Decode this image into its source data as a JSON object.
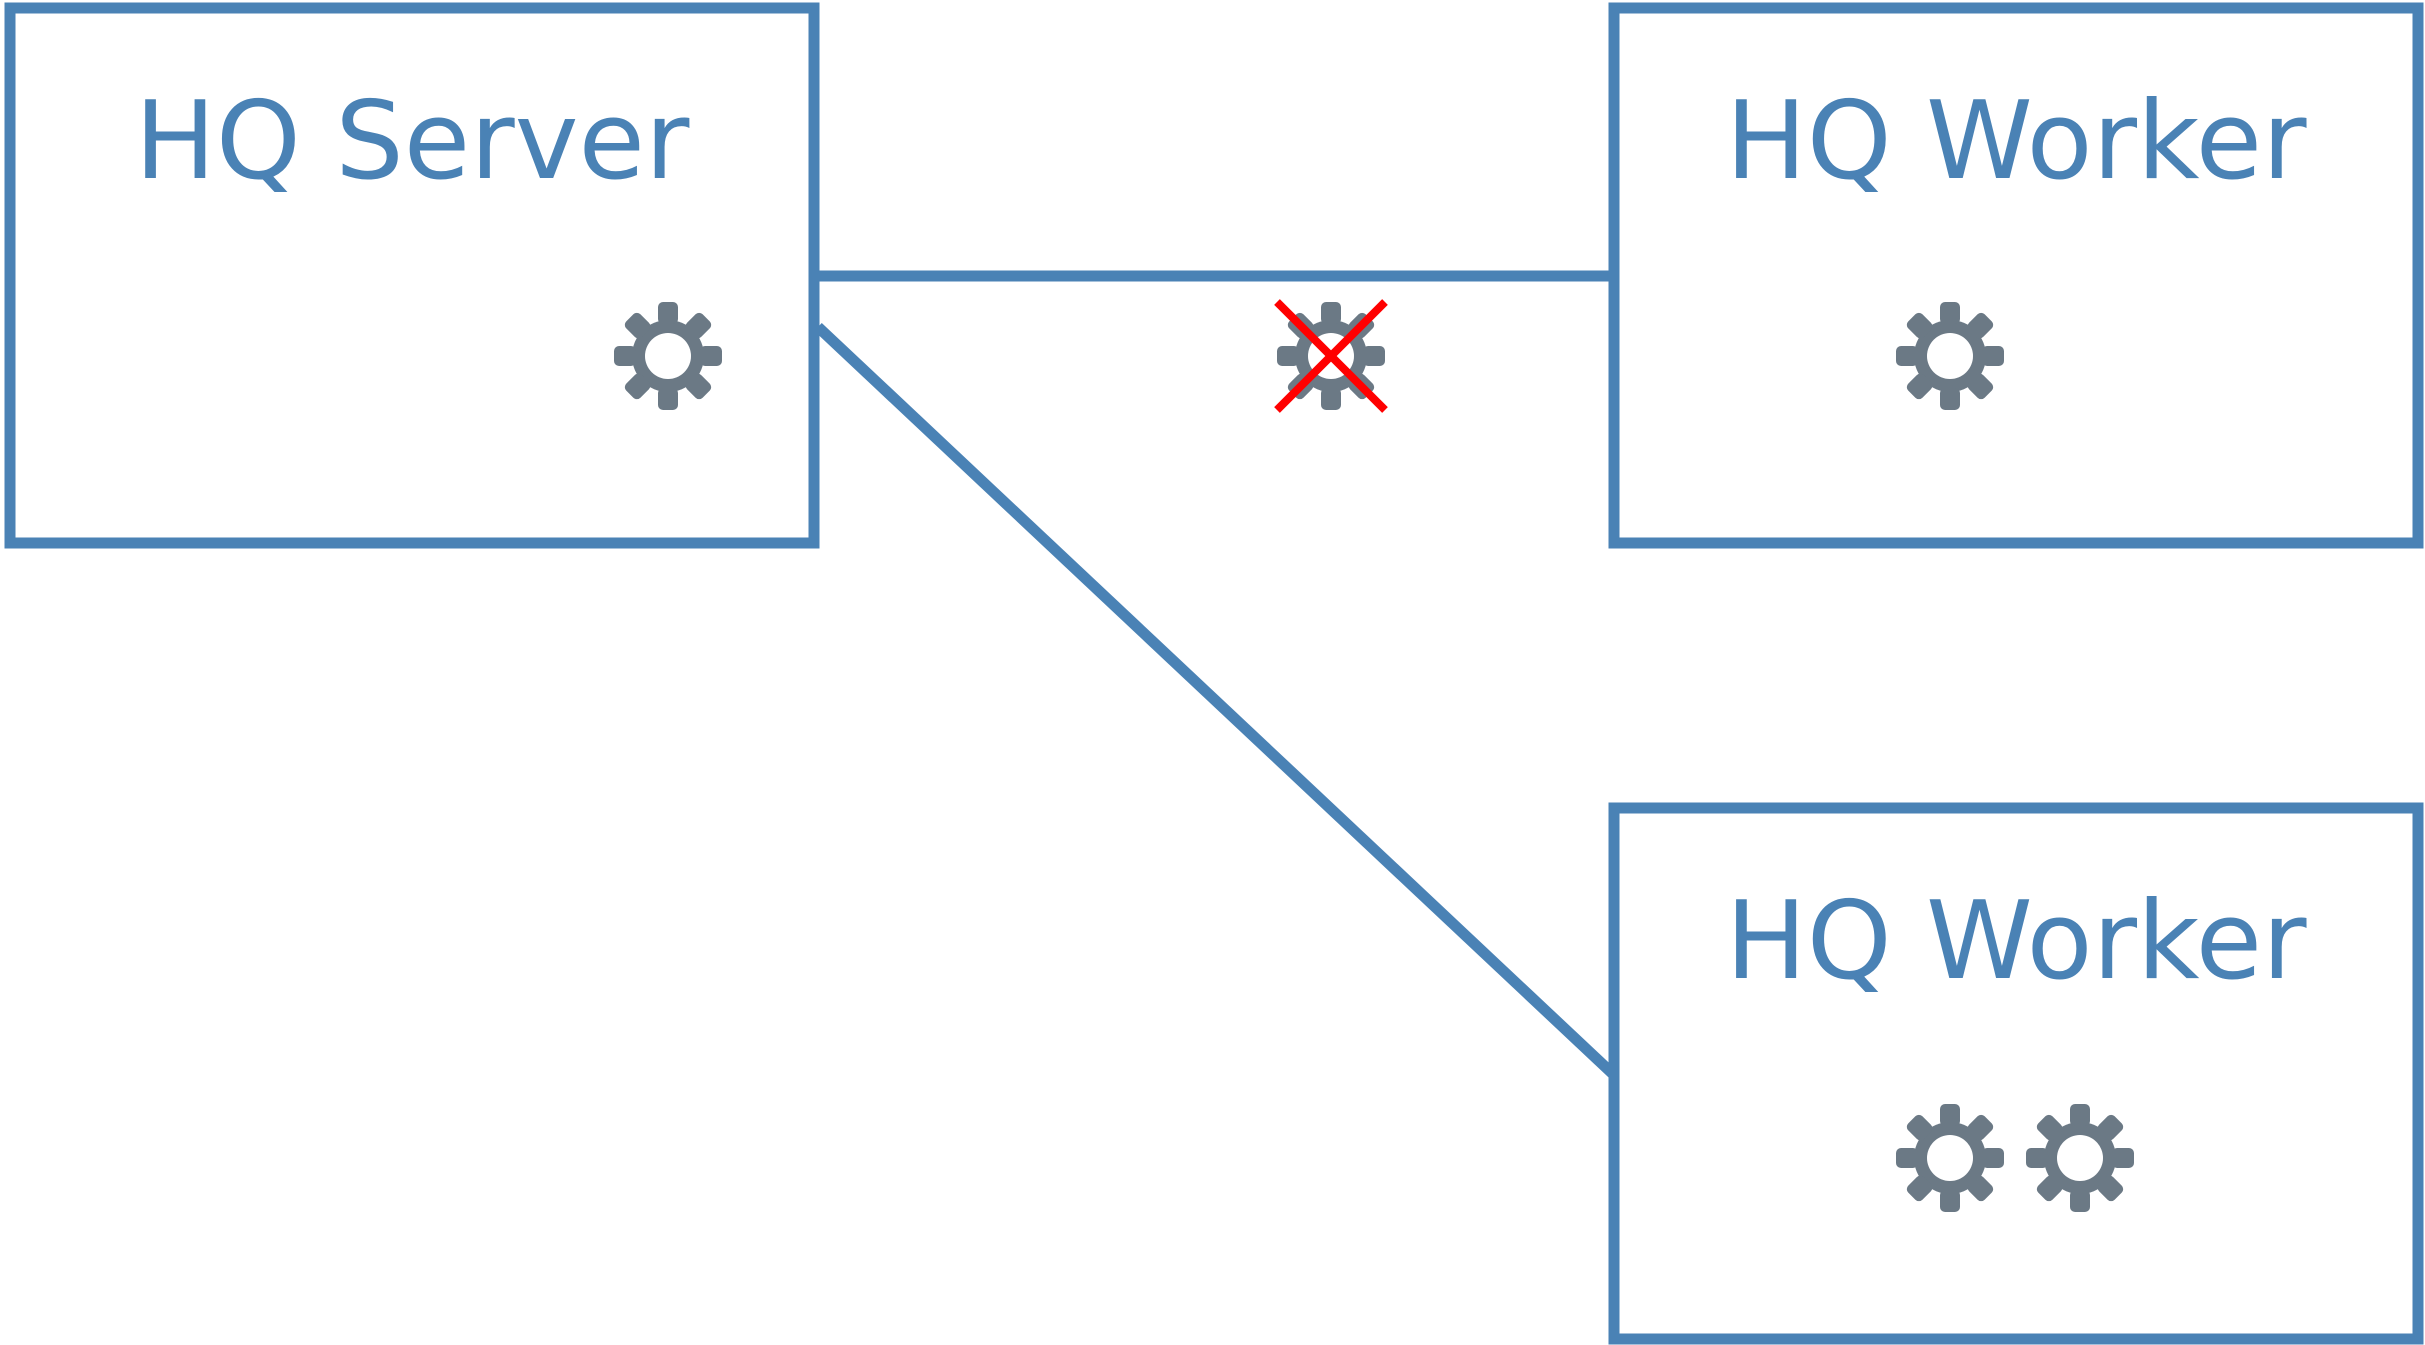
{
  "colors": {
    "line": "#4a82b5",
    "text": "#4a82b5",
    "gear": "#6b7985",
    "failed_mark": "#ff0000",
    "background": "#ffffff"
  },
  "nodes": {
    "server": {
      "label": "HQ Server",
      "gear_count": 1,
      "gear_icon": "gear-icon"
    },
    "worker_top": {
      "label": "HQ Worker",
      "gear_count": 1,
      "gear_icon": "gear-icon"
    },
    "worker_bottom": {
      "label": "HQ Worker",
      "gear_count": 2,
      "gear_icon": "gear-icon"
    }
  },
  "connections": [
    {
      "from": "server",
      "to": "worker_top",
      "status": "failed"
    },
    {
      "from": "server",
      "to": "worker_bottom",
      "status": "ok"
    }
  ],
  "in_transit": {
    "icon": "gear-icon",
    "status": "failed",
    "marker_icon": "red-x-icon"
  }
}
